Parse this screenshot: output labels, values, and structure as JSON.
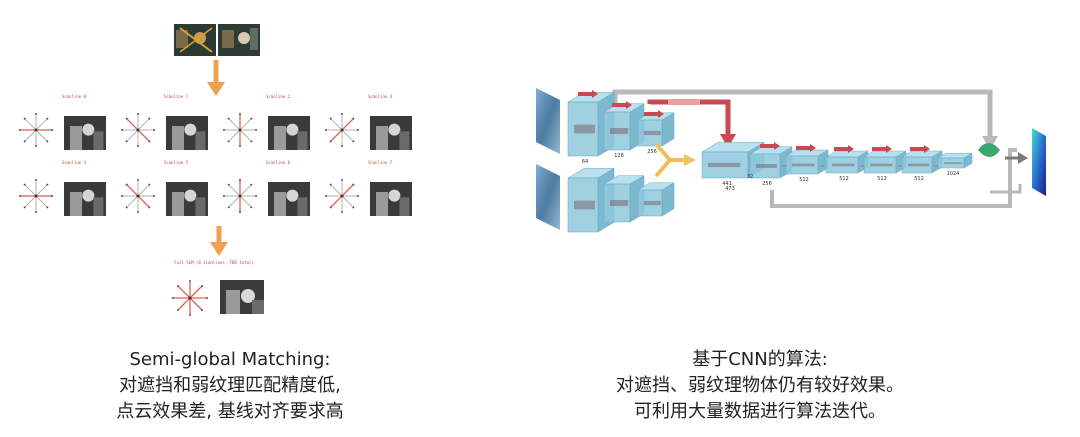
{
  "left": {
    "scanlines": [
      "Scanline 0",
      "Scanline 1",
      "Scanline 2",
      "Scanline 3",
      "Scanline 4",
      "Scanline 5",
      "Scanline 6",
      "Scanline 7"
    ],
    "full_label": "Full SGM (8 scanlines, TBD total)",
    "caption": [
      "Semi-global Matching:",
      "对遮挡和弱纹理匹配精度低,",
      "点云效果差, 基线对齐要求高"
    ]
  },
  "right": {
    "layer_sizes": [
      "64",
      "128",
      "256",
      "441",
      "32",
      "473",
      "256",
      "512",
      "512",
      "512",
      "512",
      "1024"
    ],
    "caption": [
      "基于CNN的算法:",
      "对遮挡、弱纹理物体仍有较好效果。",
      "可利用大量数据进行算法迭代。"
    ]
  },
  "colors": {
    "arrow_orange": "#f0a050",
    "layer_blue": "#8ec8dc",
    "skip_red": "#c8494f",
    "skip_gray": "#b9b9b9",
    "output_green": "#3aa86a"
  }
}
